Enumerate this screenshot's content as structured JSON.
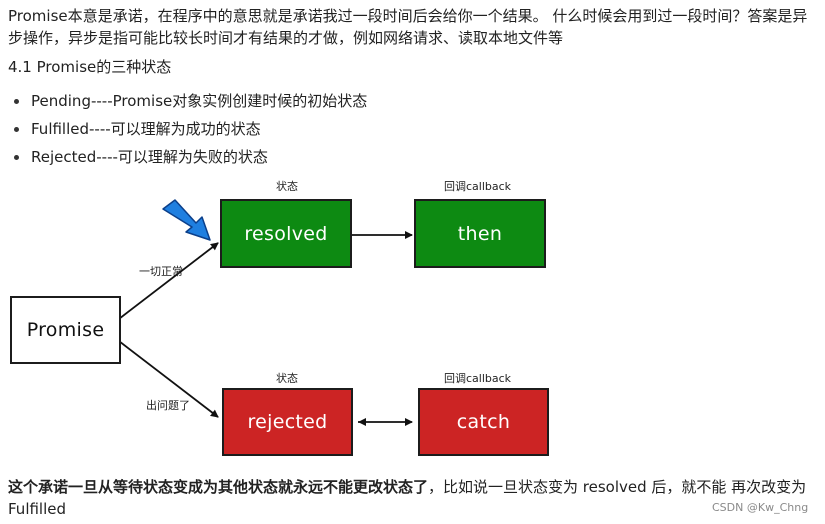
{
  "intro": {
    "text": "Promise本意是承诺，在程序中的意思就是承诺我过一段时间后会给你一个结果。 什么时候会用到过一段时间？答案是异步操作，异步是指可能比较长时间才有结果的才做，例如网络请求、读取本地文件等"
  },
  "section": {
    "title": "4.1 Promise的三种状态"
  },
  "states": [
    {
      "text": "Pending----Promise对象实例创建时候的初始状态"
    },
    {
      "text": "Fulfilled----可以理解为成功的状态"
    },
    {
      "text": "Rejected----可以理解为失败的状态"
    }
  ],
  "diagram": {
    "promise": "Promise",
    "resolved": "resolved",
    "then": "then",
    "rejected": "rejected",
    "catch": "catch",
    "state_label_top": "状态",
    "callback_label_top": "回调callback",
    "state_label_bottom": "状态",
    "callback_label_bottom": "回调callback",
    "edge_success": "一切正常",
    "edge_error": "出问题了",
    "colors": {
      "resolved": "#0d8a12",
      "rejected": "#cc2424",
      "pointer": "#1f7fe0"
    }
  },
  "conclusion": {
    "bold": "这个承诺一旦从等待状态变成为其他状态就永远不能更改状态了",
    "rest": "，比如说一旦状态变为 resolved 后，就不能 再次改变为Fulfilled"
  },
  "watermark": "CSDN @Kw_Chng"
}
